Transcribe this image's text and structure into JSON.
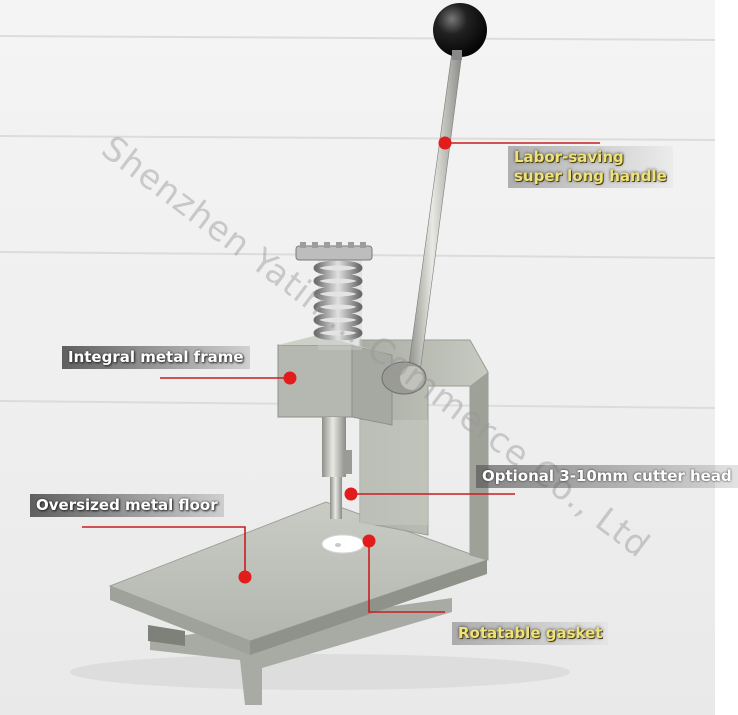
{
  "labels": {
    "handle_line1": "Labor-saving",
    "handle_line2": "super long handle",
    "frame": "Integral metal frame",
    "cutter": "Optional 3-10mm cutter head",
    "floor": "Oversized metal floor",
    "gasket": "Rotatable gasket"
  },
  "watermark": "Shenzhen Yatin ... Commerce Co., Ltd",
  "colors": {
    "callout_dot": "#e21b1b",
    "callout_line": "#c81e1e",
    "metal_body": "#b9bcb4",
    "knob": "#111111"
  }
}
